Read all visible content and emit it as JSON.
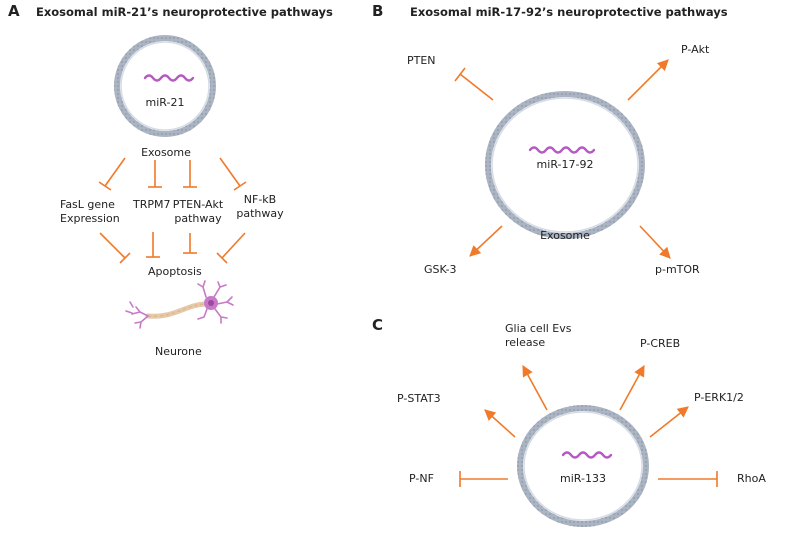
{
  "panelA": {
    "letter": "A",
    "title": "Exosomal miR-21’s neuroprotective pathways",
    "mirna": "miR-21",
    "vesicle": "Exosome",
    "targets": [
      {
        "line1": "FasL gene",
        "line2": "Expression"
      },
      {
        "line1": "TRPM7",
        "line2": ""
      },
      {
        "line1": "PTEN-Akt",
        "line2": "pathway"
      },
      {
        "line1": "NF-kB",
        "line2": "pathway"
      }
    ],
    "outcome": "Apoptosis",
    "cell": "Neurone"
  },
  "panelB": {
    "letter": "B",
    "title": "Exosomal miR-17-92’s neuroprotective pathways",
    "mirna": "miR-17-92",
    "vesicle": "Exosome",
    "targets": {
      "top_left": "PTEN",
      "top_right": "P-Akt",
      "bottom_left": "GSK-3",
      "bottom_right": "p-mTOR"
    }
  },
  "panelC": {
    "letter": "C",
    "mirna": "miR-133",
    "targets": {
      "glia_line1": "Glia cell Evs",
      "glia_line2": "release",
      "creb": "P-CREB",
      "stat3": "P-STAT3",
      "erk": "P-ERK1/2",
      "nf": "P-NF",
      "rhoa": "RhoA"
    }
  },
  "colors": {
    "arrow": "#f07a2a",
    "membrane_outer": "#aab4c2",
    "membrane_inner": "#d6dce6",
    "rna": "#b45ac0",
    "neuron": "#c77ac7",
    "axon": "#e6c9a8"
  }
}
